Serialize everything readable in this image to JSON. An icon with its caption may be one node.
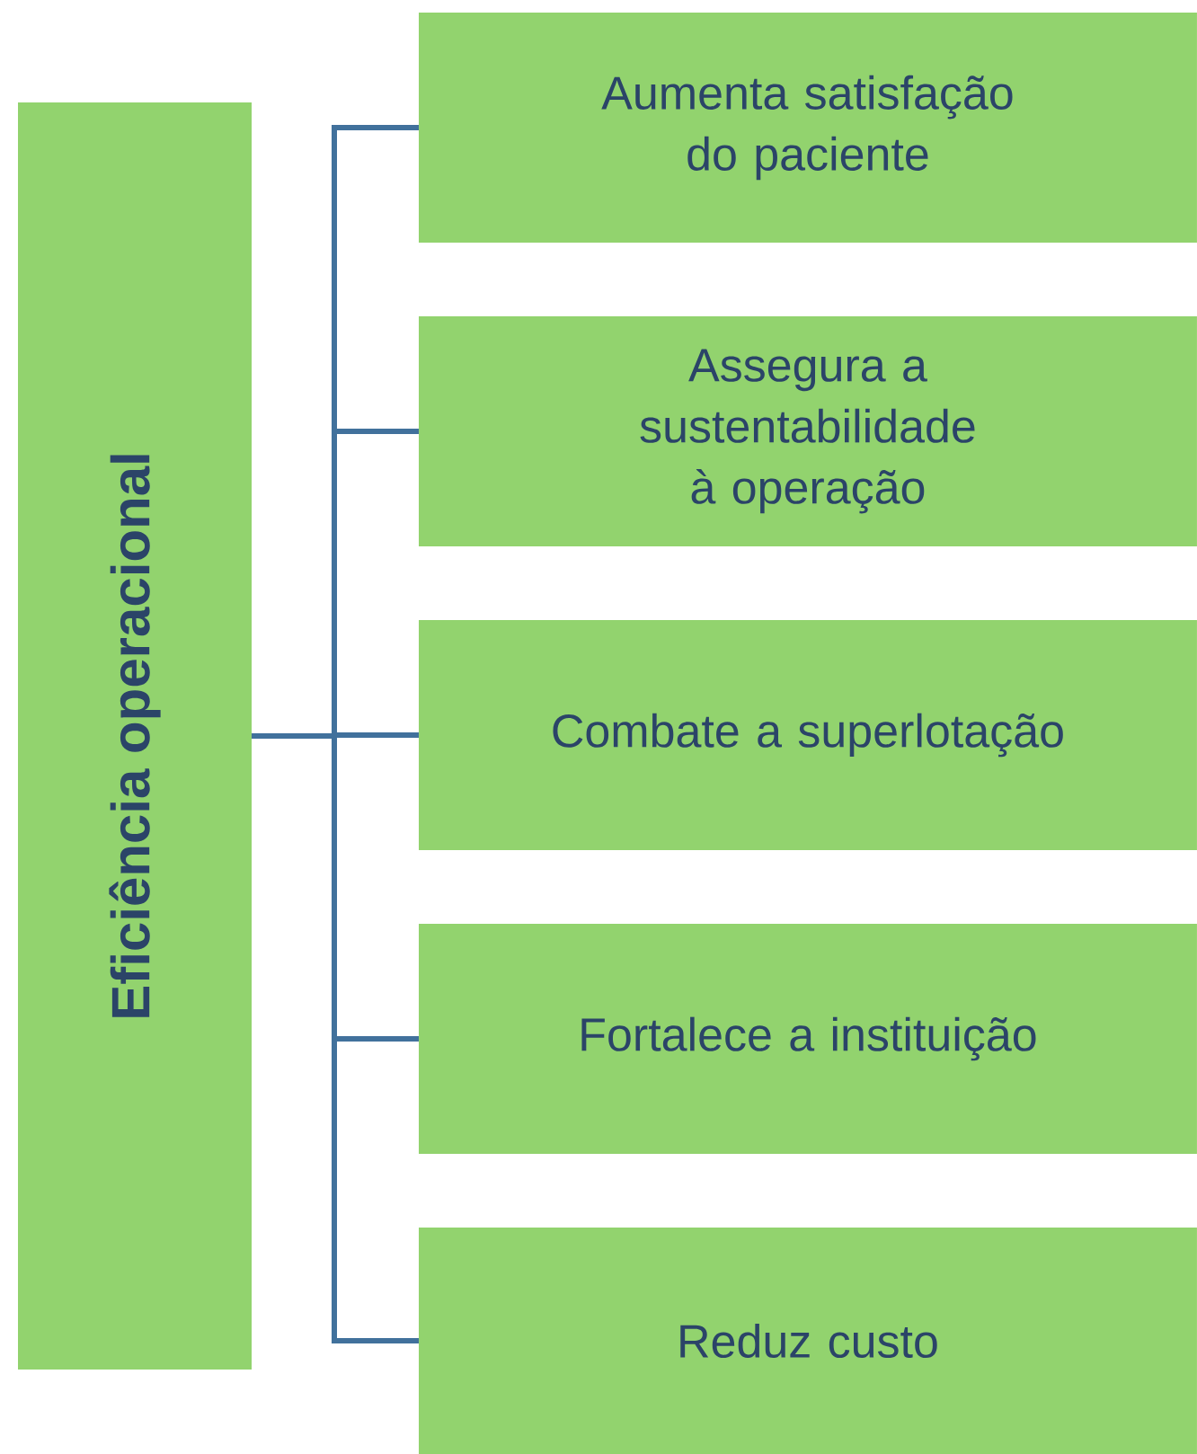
{
  "diagram": {
    "nodes": [
      {
        "text": [
          "Eficiência operacional"
        ]
      },
      {
        "text": [
          "Aumenta satisfação do paciente"
        ]
      },
      {
        "text": [
          "Assegura a sustentabilidade à operação"
        ]
      },
      {
        "text": [
          "Combate a superlotação"
        ]
      },
      {
        "text": [
          "Fortalece a instituição"
        ]
      },
      {
        "text": [
          "Reduz custo"
        ]
      }
    ],
    "edges": [
      {
        "from": 0,
        "to": 1,
        "arrow": "none"
      },
      {
        "from": 0,
        "to": 2,
        "arrow": "none"
      },
      {
        "from": 0,
        "to": 3,
        "arrow": "none"
      },
      {
        "from": 0,
        "to": 4,
        "arrow": "none"
      },
      {
        "from": 0,
        "to": 5,
        "arrow": "none"
      }
    ]
  }
}
